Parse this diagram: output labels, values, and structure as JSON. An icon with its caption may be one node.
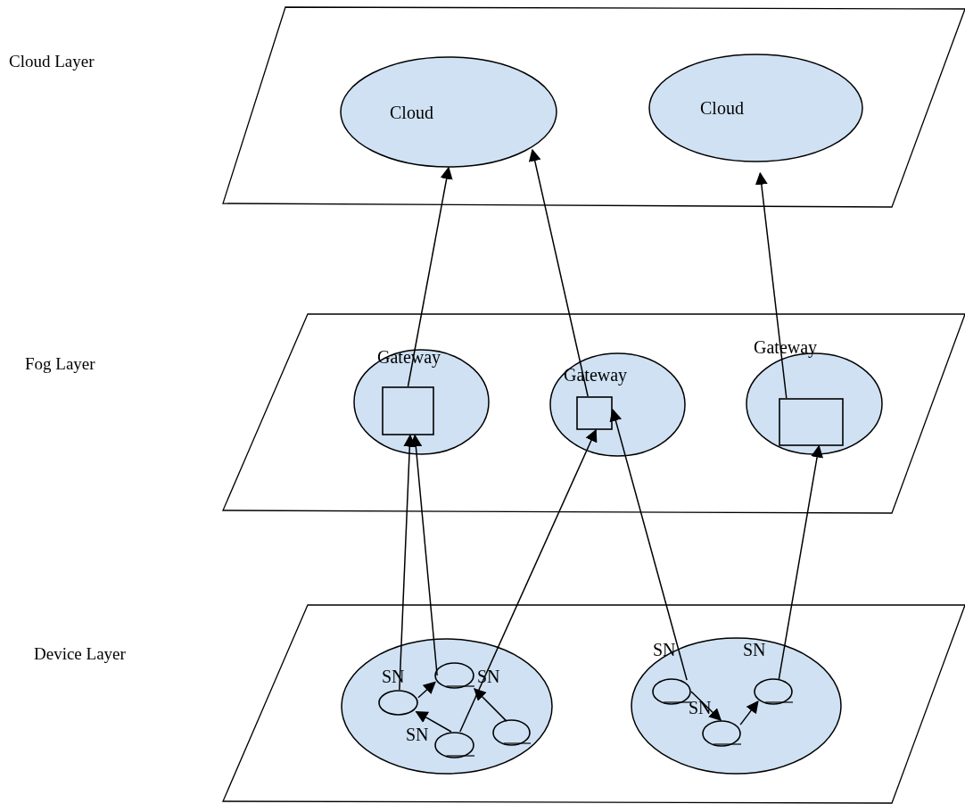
{
  "diagram": {
    "nodes": [
      {
        "text": [],
        "shape": "parallelogram"
      },
      {
        "text": [
          "Cloud"
        ],
        "in": 0
      },
      {
        "text": [
          "Cloud"
        ],
        "in": 0
      },
      {
        "text": [],
        "shape": "parallelogram"
      },
      {
        "text": [
          "Gateway"
        ],
        "in": 3
      },
      {
        "text": [],
        "shape": "box",
        "in": 4
      },
      {
        "text": [
          "Gateway"
        ],
        "in": 3
      },
      {
        "text": [],
        "shape": "box",
        "in": 6
      },
      {
        "text": [
          "Gateway"
        ],
        "in": 3
      },
      {
        "text": [],
        "shape": "box",
        "in": 8
      },
      {
        "text": [],
        "shape": "parallelogram"
      },
      {
        "text": [],
        "shape": "ellipse",
        "in": 10
      },
      {
        "text": [],
        "shape": "circle",
        "in": 11,
        "beside": [
          "SN"
        ]
      },
      {
        "text": [],
        "shape": "circle",
        "in": 11,
        "beside": [
          "SN"
        ]
      },
      {
        "text": [],
        "shape": "circle",
        "in": 11,
        "beside": [
          "SN"
        ]
      },
      {
        "text": [],
        "shape": "circle",
        "in": 11
      },
      {
        "text": [],
        "shape": "ellipse",
        "in": 10
      },
      {
        "text": [],
        "shape": "circle",
        "in": 16,
        "beside": [
          "SN"
        ]
      },
      {
        "text": [],
        "shape": "circle",
        "in": 16,
        "beside": [
          "SN"
        ]
      },
      {
        "text": [],
        "shape": "circle",
        "in": 16,
        "beside": [
          "SN"
        ]
      }
    ],
    "edges": [
      {
        "from": 5,
        "to": 1,
        "arrow": "to"
      },
      {
        "from": 7,
        "to": 1,
        "arrow": "to"
      },
      {
        "from": 9,
        "to": 2,
        "arrow": "to"
      },
      {
        "from": 12,
        "to": 5,
        "arrow": "to"
      },
      {
        "from": 13,
        "to": 5,
        "arrow": "to"
      },
      {
        "from": 14,
        "to": 7,
        "arrow": "to"
      },
      {
        "from": 17,
        "to": 7,
        "arrow": "to"
      },
      {
        "from": 19,
        "to": 9,
        "arrow": "to"
      },
      {
        "from": 12,
        "to": 13,
        "arrow": "to"
      },
      {
        "from": 14,
        "to": 12,
        "arrow": "to"
      },
      {
        "from": 15,
        "to": 13,
        "arrow": "to"
      },
      {
        "from": 17,
        "to": 18,
        "arrow": "to"
      },
      {
        "from": 18,
        "to": 19,
        "arrow": "to"
      }
    ],
    "labels": [
      "Cloud Layer",
      "Fog Layer",
      "Device Layer"
    ]
  }
}
